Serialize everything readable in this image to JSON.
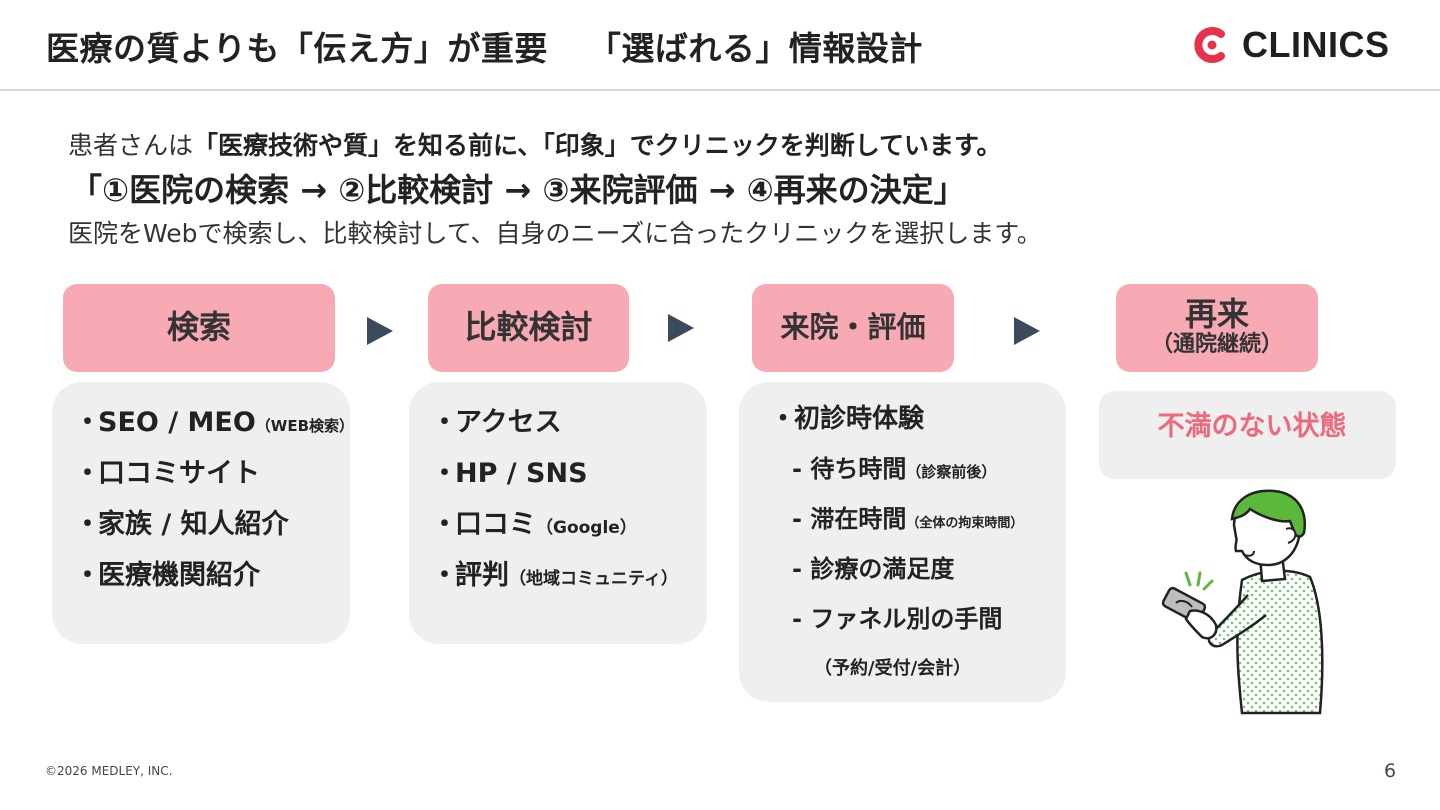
{
  "header": {
    "title_part1": "医療の質よりも「伝え方」が重要",
    "title_part2": "「選ばれる」情報設計",
    "logo_text": "CLINICS"
  },
  "intro": {
    "line1_a": "患者さんは",
    "line1_b": "「医療技術や質」を知る前に、「印象」でクリニックを判断しています。",
    "line2": "「①医院の検索 → ②比較検討 → ③来院評価 → ④再来の決定」",
    "line3": "医院をWebで検索し、比較検討して、自身のニーズに合ったクリニックを選択します。"
  },
  "stages": [
    {
      "label": "検索"
    },
    {
      "label": "比較検討"
    },
    {
      "label": "来院・評価"
    },
    {
      "label": "再来",
      "sub": "（通院継続）"
    }
  ],
  "search_items": [
    {
      "text": "SEO / MEO",
      "note": "（WEB検索）"
    },
    {
      "text": "口コミサイト",
      "note": ""
    },
    {
      "text": "家族 / 知人紹介",
      "note": ""
    },
    {
      "text": "医療機関紹介",
      "note": ""
    }
  ],
  "compare_items": [
    {
      "text": "アクセス",
      "note": ""
    },
    {
      "text": "HP / SNS",
      "note": ""
    },
    {
      "text": "口コミ",
      "note": "（Google）"
    },
    {
      "text": "評判",
      "note": "（地域コミュニティ）"
    }
  ],
  "visit": {
    "heading": "初診時体験",
    "subs": [
      {
        "text": "- 待ち時間",
        "note": "（診察前後）"
      },
      {
        "text": "- 滞在時間",
        "note": "（全体の拘束時間）"
      },
      {
        "text": "- 診療の満足度",
        "note": ""
      },
      {
        "text": "- ファネル別の手間",
        "note": ""
      }
    ],
    "note_line": "（予約/受付/会計）"
  },
  "return_state": "不満のない状態",
  "bullet": "・",
  "footer": {
    "copyright": "©2026 MEDLEY, INC.",
    "page": "6"
  },
  "colors": {
    "stage_bg": "#f8aab4",
    "card_bg": "#efefef",
    "accent_text": "#ec6a7c",
    "arrow": "#3b4a5c",
    "logo_red": "#e8324a"
  },
  "icons": [
    "clinics-logo-icon",
    "play-arrow-icon",
    "person-with-phone-illustration"
  ]
}
